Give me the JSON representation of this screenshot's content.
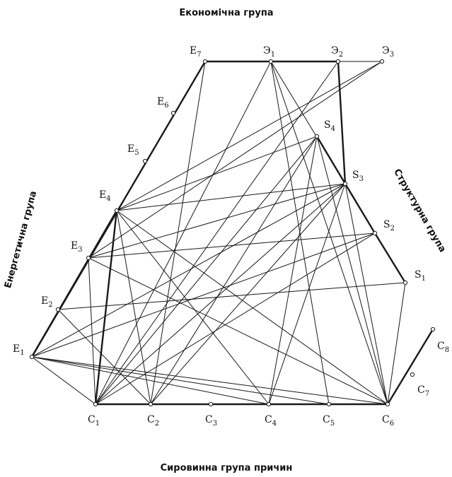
{
  "groups": {
    "top": "Економічна група",
    "bottom": "Сировинна група причин",
    "left": "Енергетична група",
    "right": "Структурна група"
  },
  "nodes": [
    {
      "id": "E1",
      "letter": "E",
      "sub": "1"
    },
    {
      "id": "E2",
      "letter": "E",
      "sub": "2"
    },
    {
      "id": "E3",
      "letter": "E",
      "sub": "3"
    },
    {
      "id": "E4",
      "letter": "E",
      "sub": "4"
    },
    {
      "id": "E5",
      "letter": "E",
      "sub": "5"
    },
    {
      "id": "E6",
      "letter": "E",
      "sub": "6"
    },
    {
      "id": "E7",
      "letter": "E",
      "sub": "7"
    },
    {
      "id": "Э1",
      "letter": "Э",
      "sub": "1"
    },
    {
      "id": "Э2",
      "letter": "Э",
      "sub": "2"
    },
    {
      "id": "Э3",
      "letter": "Э",
      "sub": "3"
    },
    {
      "id": "S1",
      "letter": "S",
      "sub": "1"
    },
    {
      "id": "S2",
      "letter": "S",
      "sub": "2"
    },
    {
      "id": "S3",
      "letter": "S",
      "sub": "3"
    },
    {
      "id": "S4",
      "letter": "S",
      "sub": "4"
    },
    {
      "id": "C1",
      "letter": "C",
      "sub": "1"
    },
    {
      "id": "C2",
      "letter": "C",
      "sub": "2"
    },
    {
      "id": "C3",
      "letter": "C",
      "sub": "3"
    },
    {
      "id": "C4",
      "letter": "C",
      "sub": "4"
    },
    {
      "id": "C5",
      "letter": "C",
      "sub": "5"
    },
    {
      "id": "C6",
      "letter": "C",
      "sub": "6"
    },
    {
      "id": "C7",
      "letter": "C",
      "sub": "7"
    },
    {
      "id": "C8",
      "letter": "C",
      "sub": "8"
    }
  ],
  "edges": [
    [
      "E7",
      "Э1"
    ],
    [
      "Э1",
      "Э2"
    ],
    [
      "Э2",
      "Э3"
    ],
    [
      "E7",
      "C2"
    ],
    [
      "Э1",
      "C1"
    ],
    [
      "Э1",
      "C6"
    ],
    [
      "Э1",
      "S3"
    ],
    [
      "Э1",
      "C5"
    ],
    [
      "Э2",
      "C1"
    ],
    [
      "Э2",
      "S3"
    ],
    [
      "Э3",
      "E3"
    ],
    [
      "Э3",
      "E4"
    ],
    [
      "S4",
      "S3"
    ],
    [
      "S4",
      "E4"
    ],
    [
      "S4",
      "C1"
    ],
    [
      "S4",
      "C2"
    ],
    [
      "S4",
      "C4"
    ],
    [
      "S4",
      "C6"
    ],
    [
      "S3",
      "S2"
    ],
    [
      "S3",
      "E3"
    ],
    [
      "S3",
      "E4"
    ],
    [
      "S3",
      "E1"
    ],
    [
      "S3",
      "C1"
    ],
    [
      "S3",
      "C2"
    ],
    [
      "S3",
      "C4"
    ],
    [
      "S3",
      "C6"
    ],
    [
      "S2",
      "S1"
    ],
    [
      "S2",
      "E3"
    ],
    [
      "S2",
      "E1"
    ],
    [
      "S2",
      "C1"
    ],
    [
      "S1",
      "E2"
    ],
    [
      "S1",
      "C6"
    ],
    [
      "E4",
      "E1"
    ],
    [
      "E4",
      "C1"
    ],
    [
      "E4",
      "C2"
    ],
    [
      "E4",
      "C4"
    ],
    [
      "E4",
      "C6"
    ],
    [
      "E3",
      "C6"
    ],
    [
      "E3",
      "C1"
    ],
    [
      "E2",
      "C2"
    ],
    [
      "E1",
      "C1"
    ],
    [
      "E1",
      "C4"
    ],
    [
      "E1",
      "C5"
    ],
    [
      "E1",
      "C6"
    ],
    [
      "C1",
      "C6"
    ],
    [
      "C6",
      "C8"
    ]
  ]
}
